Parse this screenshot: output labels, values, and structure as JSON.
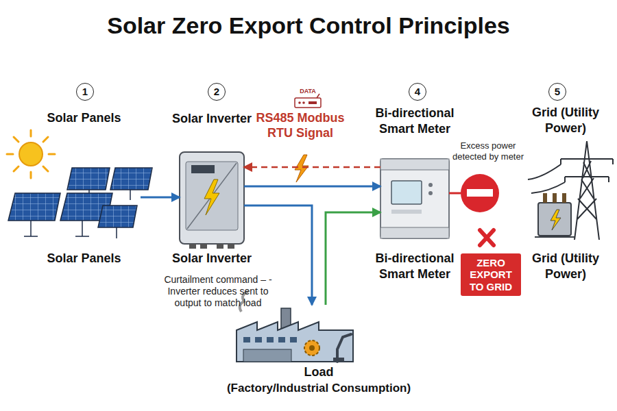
{
  "diagram": {
    "title": "Solar Zero Export Control Principles",
    "nodes": [
      {
        "text": [
          "Solar Panels",
          "Solar Panels"
        ]
      },
      {
        "text": [
          "Solar Inverter",
          "Solar Inverter"
        ]
      },
      {
        "text": [
          "Bi-directional Smart Meter",
          "Bi-directional Smart Meter"
        ]
      },
      {
        "text": [
          "Grid (Utility Power)",
          "Grid (Utility Power)"
        ]
      },
      {
        "text": [
          "Load",
          "(Factory/Industrial Consumption)"
        ]
      },
      {
        "text": [
          "ZERO EXPORT TO GRID"
        ]
      }
    ],
    "edges": [
      {
        "from": 0,
        "to": 1,
        "arrow": "to"
      },
      {
        "from": 1,
        "to": 2,
        "arrow": "to"
      },
      {
        "from": 1,
        "to": 4,
        "arrow": "to"
      },
      {
        "from": 4,
        "to": 2,
        "arrow": "to"
      },
      {
        "from": 2,
        "to": 1,
        "label": "RS485 Modbus RTU Signal",
        "arrow": "to"
      }
    ],
    "labels": [
      "1",
      "2",
      "4",
      "5",
      "DATA",
      "Excess power detected by meter",
      "Curtailment command – - Inverter reduces sent to output to match load"
    ]
  }
}
